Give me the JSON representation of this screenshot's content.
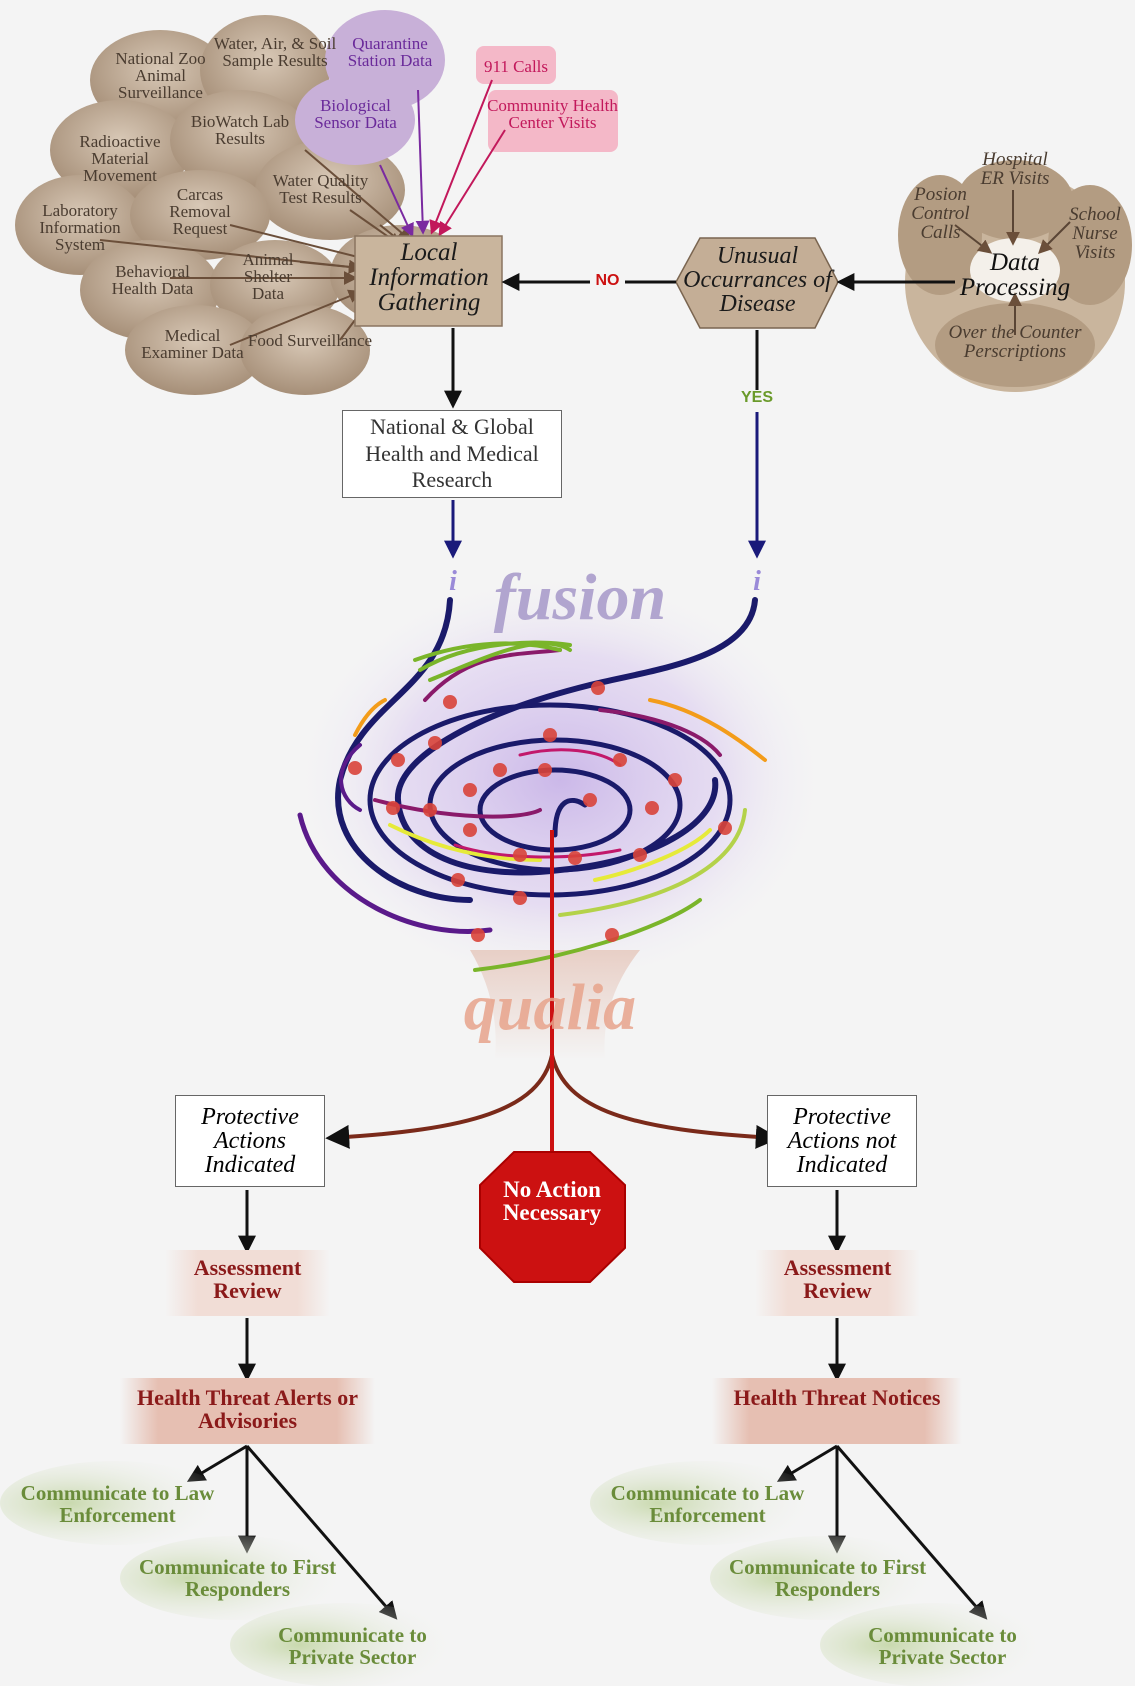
{
  "colors": {
    "tan": "#b8a08a",
    "purple": "#6a2a9a",
    "pink": "#c2185b",
    "darkred": "#8b1a1a",
    "green": "#6a8c3a",
    "navy": "#1a1a7a",
    "stop": "#cc1111"
  },
  "sources": {
    "zoo": "National Zoo Animal Surveillance",
    "water_air": "Water, Air, & Soil Sample Results",
    "quarantine": "Quarantine Station Data",
    "calls911": "911 Calls",
    "community": "Community Health Center Visits",
    "biological": "Biological Sensor Data",
    "radioactive": "Radioactive Material Movement",
    "biowatch": "BioWatch Lab Results",
    "water_quality": "Water Quality Test Results",
    "lab_info": "Laboratory Information System",
    "carcas": "Carcas Removal Request",
    "behavioral": "Behavioral Health Data",
    "animal_shelter": "Animal Shelter Data",
    "medical_examiner": "Medical Examiner Data",
    "food": "Food Surveillance"
  },
  "local_gathering": "Local Information Gathering",
  "unusual": "Unusual Occurrances of Disease",
  "no_label": "NO",
  "yes_label": "YES",
  "data_processing": {
    "center": "Data Processing",
    "hospital": "Hospital ER Visits",
    "poison": "Posion Control Calls",
    "school": "School Nurse Visits",
    "otc": "Over the Counter Perscriptions"
  },
  "research": "National & Global Health and Medical Research",
  "fusion": "fusion",
  "qualia": "qualia",
  "info_mark": "i",
  "left": {
    "decision": "Protective Actions Indicated",
    "assessment": "Assessment Review",
    "threat": "Health Threat Alerts or Advisories",
    "comm1": "Communicate to Law Enforcement",
    "comm2": "Communicate to First Responders",
    "comm3": "Communicate to Private Sector"
  },
  "right": {
    "decision": "Protective Actions not Indicated",
    "assessment": "Assessment Review",
    "threat": "Health Threat Notices",
    "comm1": "Communicate to Law Enforcement",
    "comm2": "Communicate to First Responders",
    "comm3": "Communicate to Private Sector"
  },
  "stop": "No Action Necessary"
}
